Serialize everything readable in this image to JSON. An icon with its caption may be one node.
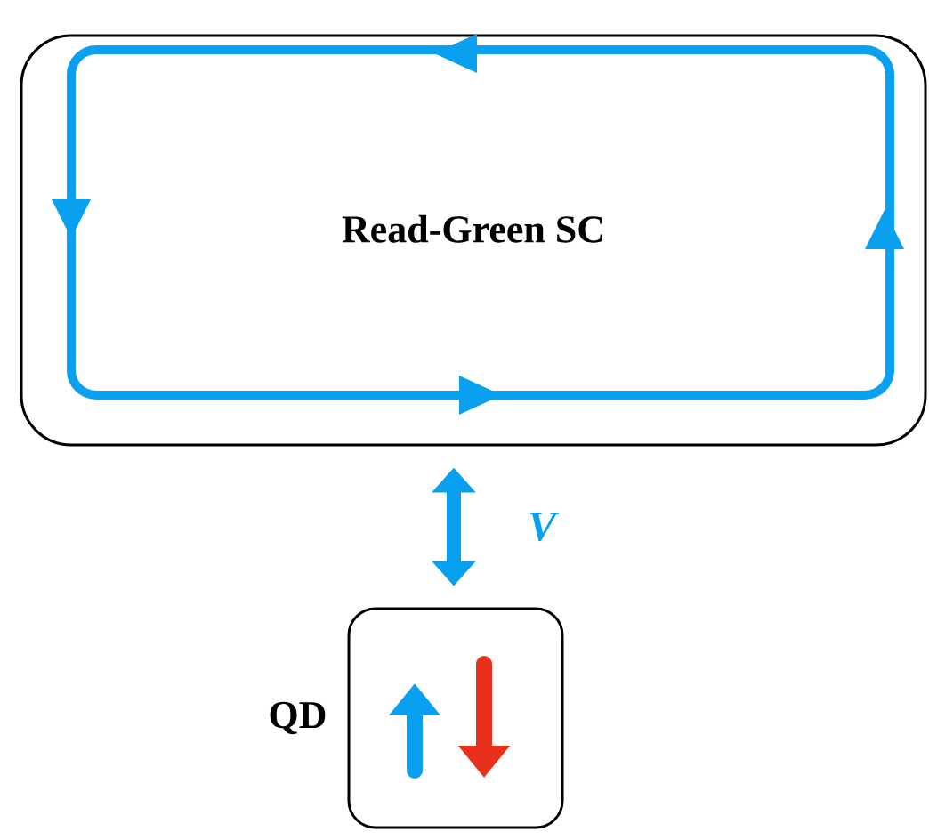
{
  "diagram": {
    "nodes": [
      {
        "text": [
          "Read-Green SC"
        ]
      },
      {
        "text": [
          "QD"
        ]
      }
    ],
    "edges": [
      {
        "from": 0,
        "to": 1,
        "arrow": "both",
        "label": "V",
        "color": "#0aa0f0"
      }
    ]
  }
}
